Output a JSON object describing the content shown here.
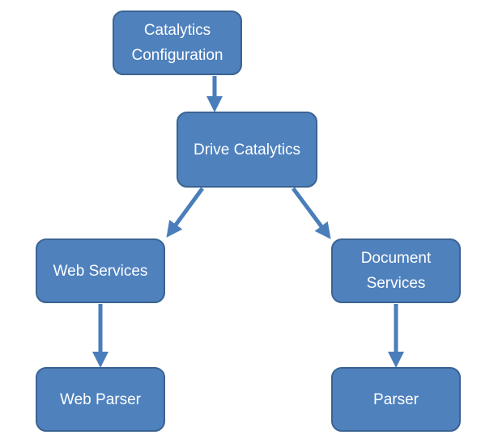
{
  "colors": {
    "node_fill": "#4f81bd",
    "node_border": "#3a6391",
    "connector": "#4a7ebb",
    "text": "#ffffff"
  },
  "nodes": {
    "config": "Catalytics\nConfiguration",
    "drive": "Drive Catalytics",
    "web_services": "Web Services",
    "document_services": "Document\nServices",
    "web_parser": "Web Parser",
    "parser": "Parser"
  },
  "edges": [
    {
      "from": "config",
      "to": "drive"
    },
    {
      "from": "drive",
      "to": "web_services"
    },
    {
      "from": "drive",
      "to": "document_services"
    },
    {
      "from": "web_services",
      "to": "web_parser"
    },
    {
      "from": "document_services",
      "to": "parser"
    }
  ]
}
